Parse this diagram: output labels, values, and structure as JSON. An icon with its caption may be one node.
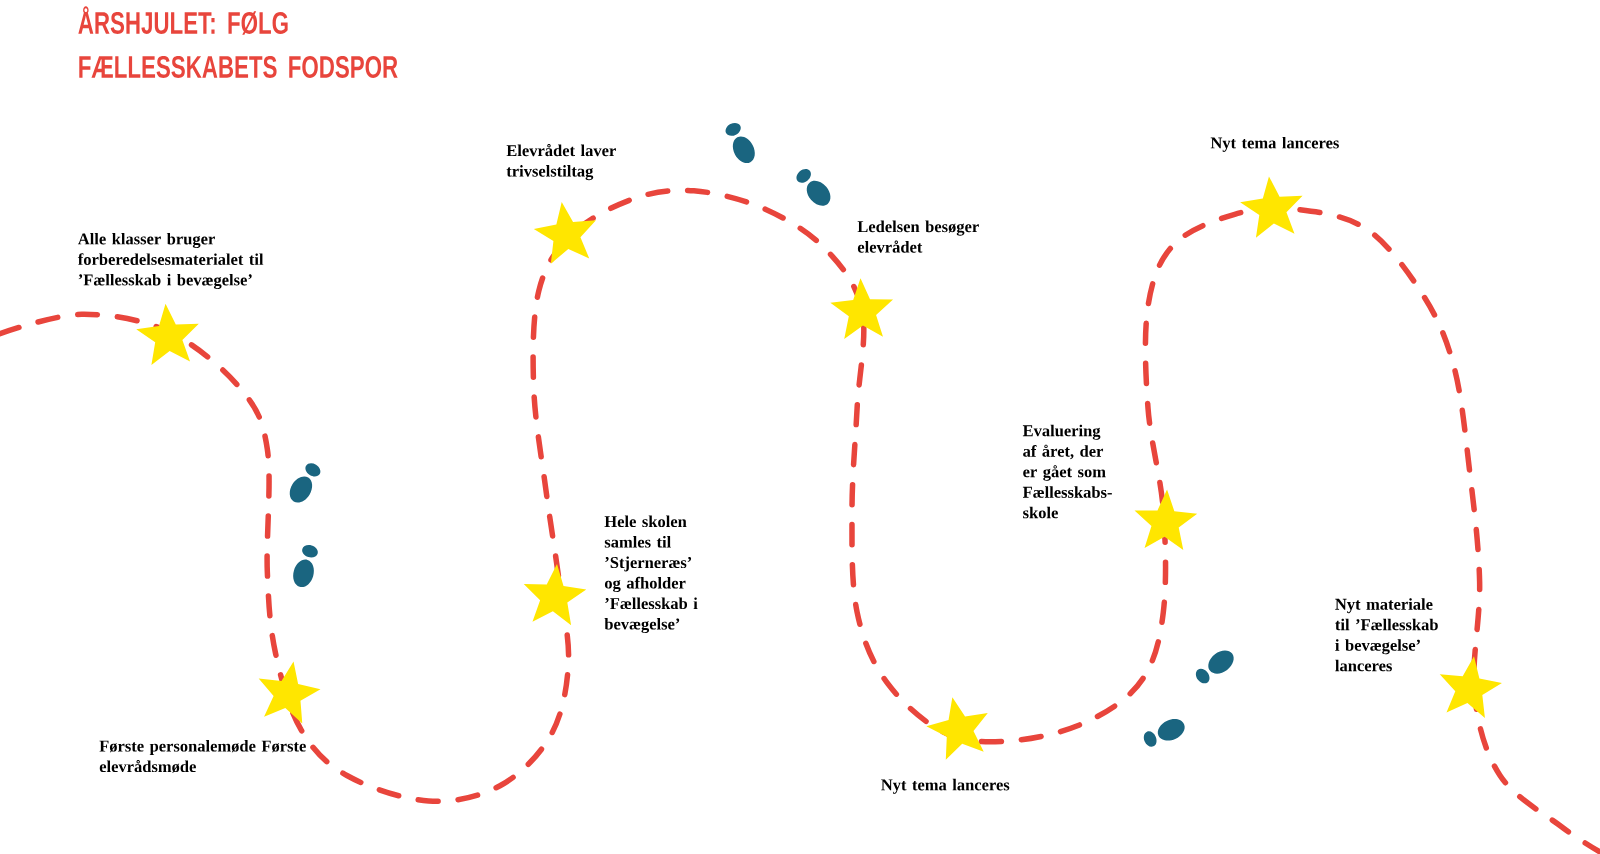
{
  "diagram": {
    "title": "ÅRSHJULET: FØLG FÆLLESSKABETS FODSPOR",
    "labels": [
      "Alle klasser bruger forberedelsesmaterialet til ’Fællesskab i bevægelse’",
      "Første personalemøde Første elevrådsmøde",
      "Elevrådet laver trivselstiltag",
      "Hele skolen samles til ’Stjerneræs’ og afholder ’Fællesskab i bevægelse’",
      "Ledelsen besøger elevrådet",
      "Nyt tema lanceres",
      "Evaluering af året, der er gået som Fællesskabs-skole",
      "Nyt tema lanceres",
      "Nyt materiale til ’Fællesskab i bevægelse’ lanceres"
    ]
  }
}
